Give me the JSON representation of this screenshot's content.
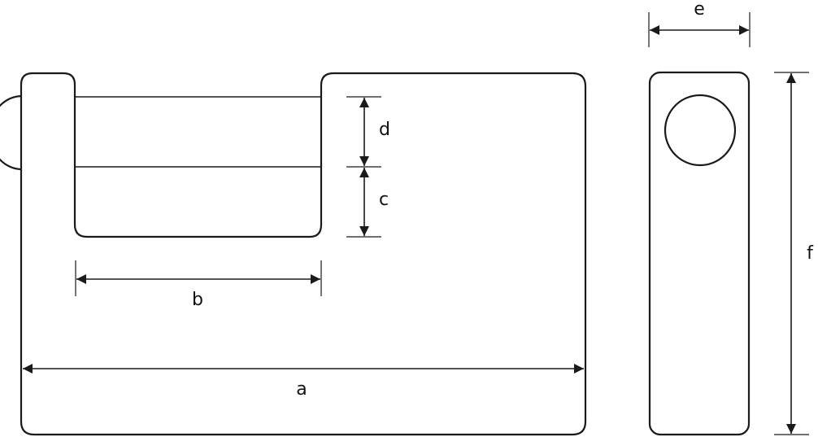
{
  "dimension_labels": {
    "a": "a",
    "b": "b",
    "c": "c",
    "d": "d",
    "e": "e",
    "f": "f"
  },
  "colors": {
    "stroke": "#1a1a1a",
    "fill": "#ffffff"
  }
}
